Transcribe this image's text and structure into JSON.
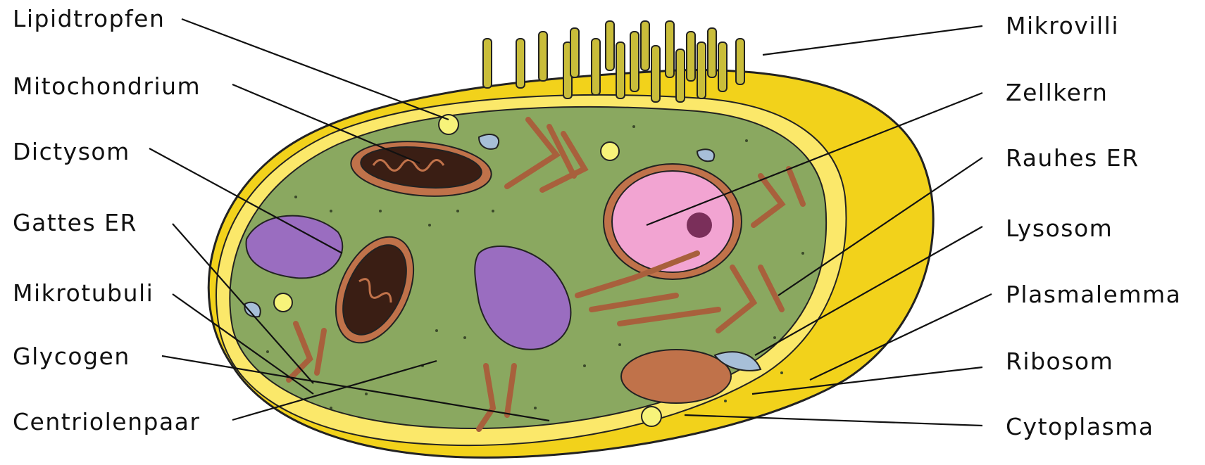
{
  "diagram": {
    "labels_left": [
      "Lipidtropfen",
      "Mitochondrium",
      "Dictysom",
      "Gattes ER",
      "Mikrotubuli",
      "Glycogen",
      "Centriolenpaar"
    ],
    "labels_right": [
      "Mikrovilli",
      "Zellkern",
      "Rauhes ER",
      "Lysosom",
      "Plasmalemma",
      "Ribosom",
      "Cytoplasma"
    ],
    "colors": {
      "membrane": "#f2d21b",
      "cytoplasm": "#8aa860",
      "nucleus": "#f2a4d2",
      "mitochondrion": "#c0724a",
      "golgi": "#9a6dc0",
      "er": "#a8603c",
      "lysosome": "#a7bfd8",
      "lipid": "#f7f37a"
    }
  }
}
